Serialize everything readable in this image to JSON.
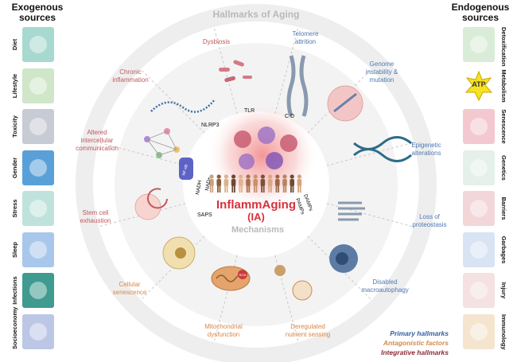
{
  "exogenous": {
    "title": "Exogenous sources",
    "items": [
      {
        "label": "Diet",
        "icon": "vegetables-icon",
        "color": "#a8d9d0"
      },
      {
        "label": "Lifestyle",
        "icon": "exercise-bike-icon",
        "color": "#cfe6c9"
      },
      {
        "label": "Toxicity",
        "icon": "pill-bottle-icon",
        "color": "#c7cbd3"
      },
      {
        "label": "Gender",
        "icon": "gender-symbol-icon",
        "color": "#5aa0d8"
      },
      {
        "label": "Stress",
        "icon": "radiation-icon",
        "color": "#bfe3dc"
      },
      {
        "label": "Sleep",
        "icon": "bed-clock-icon",
        "color": "#a9c7ea"
      },
      {
        "label": "Infections",
        "icon": "bacteria-icon",
        "color": "#3f9a8f"
      },
      {
        "label": "Socioeconomy",
        "icon": "gold-bars-icon",
        "color": "#bcc7e6"
      }
    ]
  },
  "endogenous": {
    "title": "Endogenous sources",
    "items": [
      {
        "label": "Detoxification",
        "icon": "enzyme-icon",
        "color": "#d9ecd8"
      },
      {
        "label": "Metabolism",
        "icon": "atp-icon",
        "color": "#ffffff",
        "text": "ATP"
      },
      {
        "label": "Senescence",
        "icon": "elderly-couple-icon",
        "color": "#f3c8cf"
      },
      {
        "label": "Genetics",
        "icon": "dna-strand-icon",
        "color": "#e5f0ea"
      },
      {
        "label": "Barriers",
        "icon": "tissue-barrier-icon",
        "color": "#f2d6d8"
      },
      {
        "label": "Garbages",
        "icon": "garbage-truck-icon",
        "color": "#d8e4f4"
      },
      {
        "label": "Injury",
        "icon": "wound-icon",
        "color": "#f5e1e1"
      },
      {
        "label": "Immunology",
        "icon": "lymph-node-icon",
        "color": "#f5e5cf"
      }
    ]
  },
  "wheel": {
    "title": "Hallmarks of Aging",
    "center_title": "InflammAging",
    "center_abbrev": "(IA)",
    "mechanisms_label": "Mechanisms",
    "hallmarks": [
      {
        "label": "Dysbiosis",
        "group": "integrative"
      },
      {
        "label": "Telomere\nattrition",
        "group": "primary"
      },
      {
        "label": "Genome\ninstability &\nmutation",
        "group": "primary"
      },
      {
        "label": "Epigenetic\nalterations",
        "group": "primary"
      },
      {
        "label": "Loss of\nproteostasis",
        "group": "primary"
      },
      {
        "label": "Disabled\nmacroautophagy",
        "group": "primary"
      },
      {
        "label": "Deregulated\nnutrient sensing",
        "group": "antagonistic"
      },
      {
        "label": "Mitochondrial\ndysfunction",
        "group": "antagonistic"
      },
      {
        "label": "Cellular\nsenescence",
        "group": "antagonistic"
      },
      {
        "label": "Stem cell\nexhaustion",
        "group": "integrative"
      },
      {
        "label": "Altered\nintercellular\ncommunication",
        "group": "integrative"
      },
      {
        "label": "Chronic\ninflammation",
        "group": "integrative"
      }
    ],
    "mechanism_labels": [
      "TLR",
      "C D",
      "NLRP3",
      "NF-κB",
      "NADH",
      "NAD+",
      "SAPS",
      "DAMPs",
      "PAMPs",
      "ROS"
    ]
  },
  "legend": {
    "primary": "Primary hallmarks",
    "antagonistic": "Antagonistic factors",
    "integrative": "Integrative hallmarks"
  },
  "colors": {
    "primary": "#2f5ea6",
    "antagonistic": "#d6884a",
    "integrative": "#8a2a35",
    "hallmark_red": "#c0595e",
    "hallmark_blue": "#4f78b3",
    "hallmark_orange": "#d6884a",
    "center_red": "#d9303a"
  }
}
